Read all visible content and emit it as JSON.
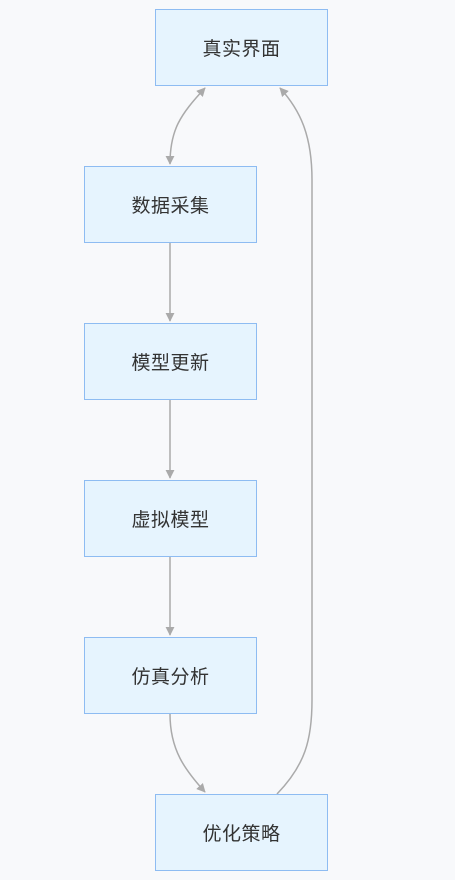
{
  "diagram": {
    "nodes": [
      {
        "id": "real",
        "label": "真实界面"
      },
      {
        "id": "data",
        "label": "数据采集"
      },
      {
        "id": "model",
        "label": "模型更新"
      },
      {
        "id": "virt",
        "label": "虚拟模型"
      },
      {
        "id": "sim",
        "label": "仿真分析"
      },
      {
        "id": "opt",
        "label": "优化策略"
      }
    ],
    "edges": [
      {
        "from": "real",
        "to": "data",
        "bidirectional": true
      },
      {
        "from": "data",
        "to": "model"
      },
      {
        "from": "model",
        "to": "virt"
      },
      {
        "from": "virt",
        "to": "sim"
      },
      {
        "from": "sim",
        "to": "opt"
      },
      {
        "from": "opt",
        "to": "real"
      }
    ],
    "colors": {
      "node_fill": "#e6f4fe",
      "node_border": "#8ebcf2",
      "edge": "#aaaaaa",
      "text": "#333333",
      "background": "#f8f9fb"
    }
  }
}
